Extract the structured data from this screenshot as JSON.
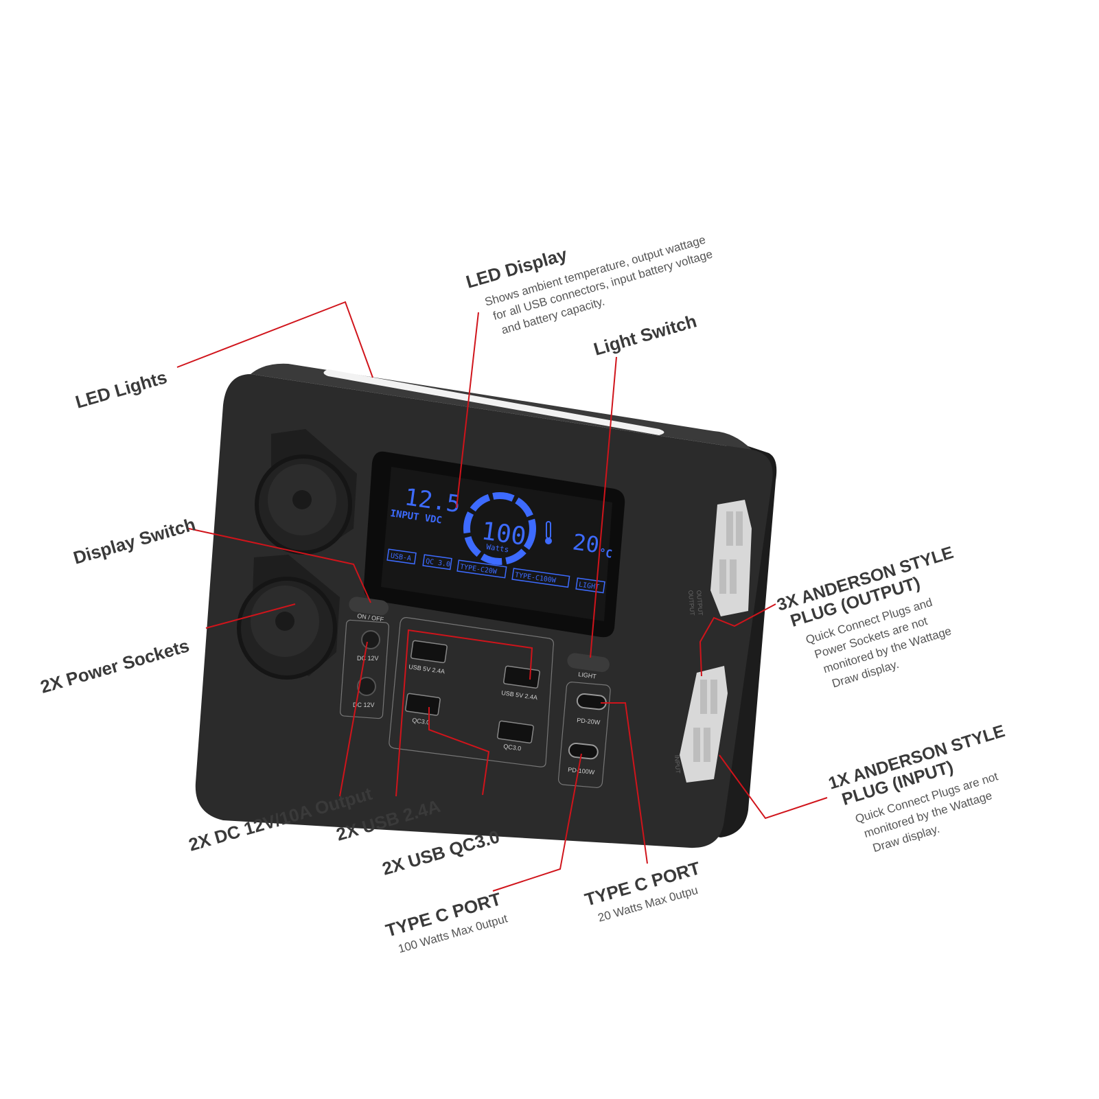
{
  "callouts": {
    "led_display": {
      "title": "LED Display",
      "desc": [
        "Shows ambient temperature, output wattage",
        "for all USB connectors, input battery voltage",
        "and battery capacity."
      ]
    },
    "led_lights": {
      "title": "LED Lights"
    },
    "light_switch": {
      "title": "Light Switch"
    },
    "display_switch": {
      "title": "Display Switch"
    },
    "power_sockets": {
      "title": "2X Power Sockets"
    },
    "anderson_output": {
      "title": [
        "3X ANDERSON STYLE",
        "PLUG (OUTPUT)"
      ],
      "desc": [
        "Quick Connect Plugs and",
        "Power Sockets are not",
        "monitored by the Wattage",
        "Draw display."
      ]
    },
    "anderson_input": {
      "title": [
        "1X ANDERSON STYLE",
        "PLUG (INPUT)"
      ],
      "desc": [
        "Quick Connect Plugs are not",
        "monitored by the Wattage",
        "Draw display."
      ]
    },
    "dc_output": {
      "title": "2X DC 12V/10A Output"
    },
    "usb_24": {
      "title": "2X USB 2.4A"
    },
    "usb_qc": {
      "title": "2X USB QC3.0"
    },
    "typec_100": {
      "title": "TYPE C PORT",
      "desc": "100 Watts Max 0utput"
    },
    "typec_20": {
      "title": "TYPE C PORT",
      "desc": "20 Watts Max 0utpu"
    }
  },
  "lcd": {
    "voltage": "12.5",
    "input_label": "INPUT VDC",
    "watts_value": "100",
    "watts_label": "Watts",
    "temperature": "20",
    "temp_unit": "°C",
    "tags": [
      "USB-A",
      "QC 3.0",
      "TYPE-C20W",
      "TYPE-C100W",
      "LIGHT"
    ]
  },
  "device_labels": {
    "on_off": "ON / OFF",
    "light": "LIGHT",
    "dc1": "DC 12V",
    "dc2": "DC 12V",
    "usb1": "USB 5V 2.4A",
    "usb2": "USB 5V 2.4A",
    "qc1": "QC3.0",
    "qc2": "QC3.0",
    "pd20": "PD-20W",
    "pd100": "PD-100W",
    "output_side": "OUTPUT",
    "output_side2": "OUTPUT",
    "input_side": "INPUT"
  },
  "colors": {
    "leader": "#d0141b",
    "lcd": "#3d6bff",
    "body": "#2a2a2a"
  }
}
